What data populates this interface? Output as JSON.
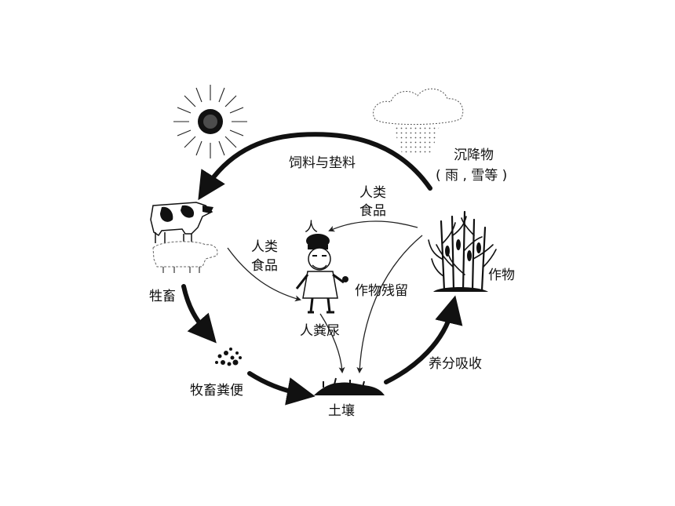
{
  "labels": {
    "feed_bedding": "饲料与垫料",
    "precipitation": "沉降物",
    "precipitation_examples": "( 雨 , 雪等 )",
    "human_food_top_1": "人类",
    "human_food_top_2": "食品",
    "human": "人",
    "human_food_left_1": "人类",
    "human_food_left_2": "食品",
    "crop_residue": "作物残留",
    "crops": "作物",
    "livestock": "牲畜",
    "human_excreta": "人粪尿",
    "nutrient_uptake": "养分吸收",
    "livestock_manure": "牧畜粪便",
    "soil": "土壤"
  },
  "colors": {
    "ink": "#111111",
    "background": "#ffffff"
  },
  "icons": [
    "sun-icon",
    "rain-cloud-icon",
    "cow-icon",
    "person-icon",
    "corn-crop-icon",
    "manure-icon",
    "soil-mound-icon"
  ]
}
